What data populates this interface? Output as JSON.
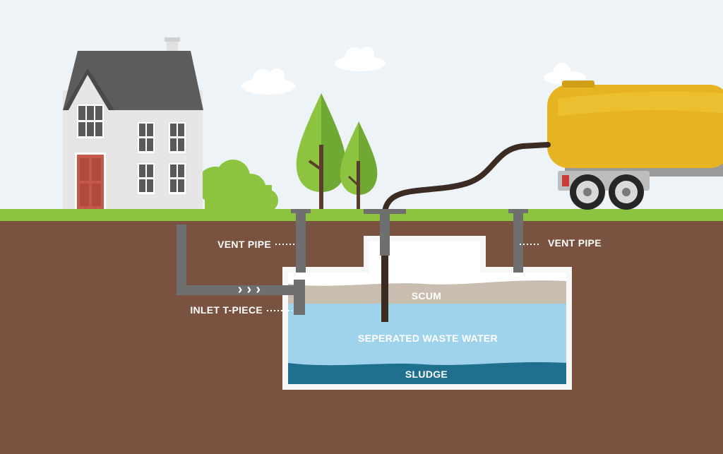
{
  "labels": {
    "vent_pipe_left": "VENT PIPE",
    "vent_pipe_right": "VENT PIPE",
    "inlet_t_piece": "INLET T-PIECE",
    "scum": "SCUM",
    "separated_water": "SEPERATED WASTE WATER",
    "sludge": "SLUDGE"
  },
  "flow_arrows": "› › ›",
  "colors": {
    "sky": "#eef3f7",
    "grass": "#8cc43f",
    "soil": "#7a5240",
    "tank_outline": "#f7f7f7",
    "scum": "#c9bdb0",
    "water": "#9fd3ec",
    "sludge": "#1f6f8f",
    "pipe": "#6f6f6f",
    "hose": "#3b2b22",
    "tanker": "#e6b422",
    "house_wall": "#e6e6e6",
    "roof": "#5c5c5c",
    "door": "#c4584a",
    "tree": "#8cc43f"
  }
}
